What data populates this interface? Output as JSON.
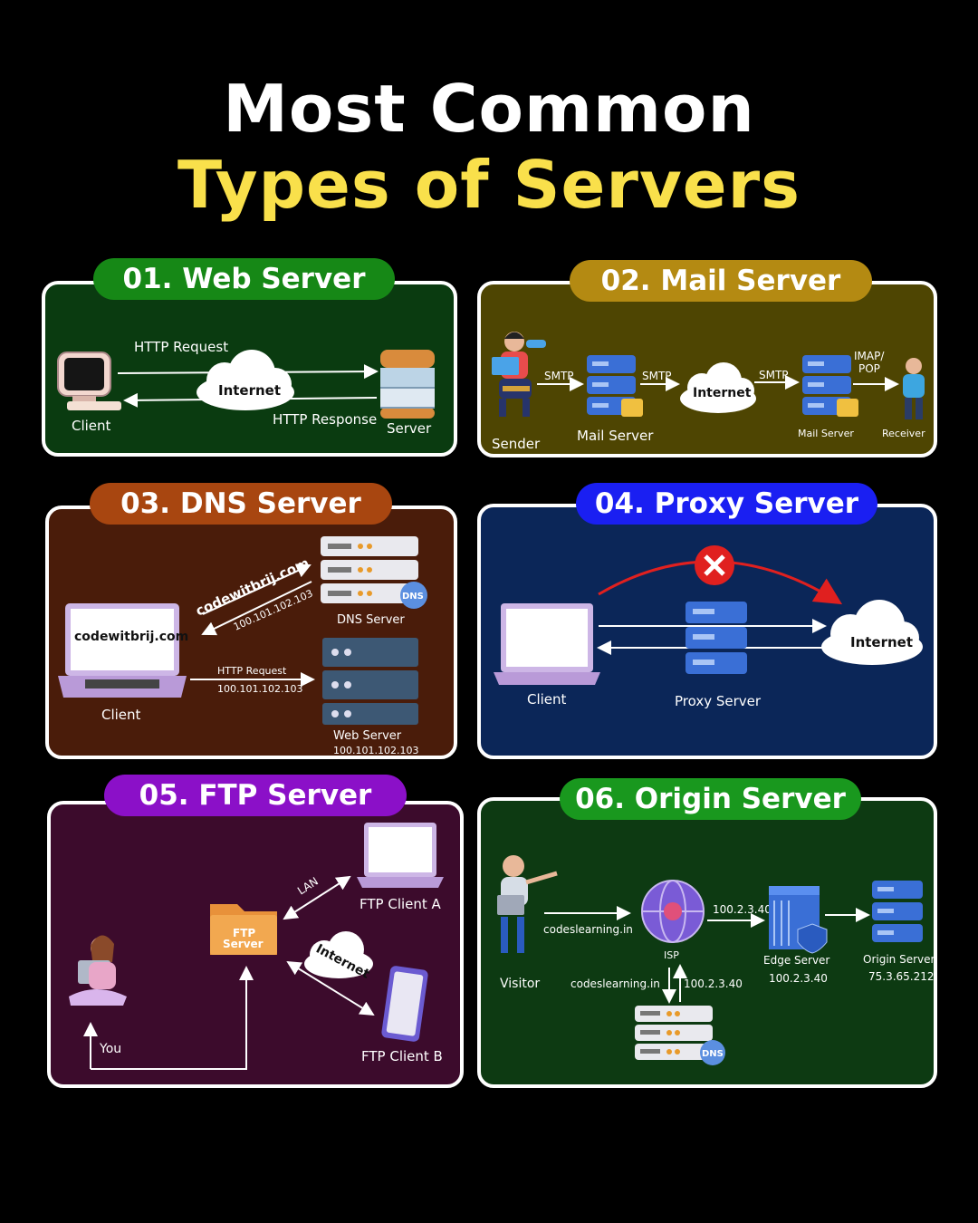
{
  "header": {
    "line1": "Most Common",
    "line2": "Types of Servers"
  },
  "web": {
    "title": "01. Web Server",
    "request": "HTTP Request",
    "response": "HTTP Response",
    "internet": "Internet",
    "client": "Client",
    "server": "Server"
  },
  "mail": {
    "title": "02. Mail Server",
    "sender": "Sender",
    "smtp1": "SMTP",
    "mail_server": "Mail Server",
    "smtp2": "SMTP",
    "internet": "Internet",
    "smtp3": "SMTP",
    "mail_server2": "Mail Server",
    "imap1": "IMAP/",
    "imap2": "POP",
    "receiver": "Receiver"
  },
  "dns": {
    "title": "03. DNS Server",
    "domain_screen": "codewitbrij.com",
    "domain_arrow": "codewitbrij.com",
    "ip_arrow": "100.101.102.103",
    "dns_server": "DNS Server",
    "dns_badge": "DNS",
    "http_request": "HTTP Request",
    "http_ip": "100.101.102.103",
    "client": "Client",
    "web_server": "Web Server",
    "web_ip": "100.101.102.103"
  },
  "proxy": {
    "title": "04. Proxy Server",
    "client": "Client",
    "proxy": "Proxy Server",
    "internet": "Internet"
  },
  "ftp": {
    "title": "05. FTP Server",
    "folder1": "FTP",
    "folder2": "Server",
    "lan": "LAN",
    "client_a": "FTP Client A",
    "internet": "Internet",
    "client_b": "FTP Client B",
    "you": "You"
  },
  "origin": {
    "title": "06. Origin Server",
    "visitor": "Visitor",
    "domain1": "codeslearning.in",
    "isp": "ISP",
    "ip1": "100.2.3.40",
    "edge": "Edge Server",
    "edge_ip": "100.2.3.40",
    "origin": "Origin Server",
    "origin_ip": "75.3.65.212",
    "domain2": "codeslearning.in",
    "ip2": "100.2.3.40",
    "dns_badge": "DNS"
  },
  "colors": {
    "title_yellow": "#f9e04b",
    "web_bg": "#0a3b10",
    "mail_bg": "#4e4502",
    "dns_bg": "#4a1c0a",
    "proxy_bg": "#0b2658",
    "ftp_bg": "#3c0b2c",
    "origin_bg": "#0d3a12"
  }
}
